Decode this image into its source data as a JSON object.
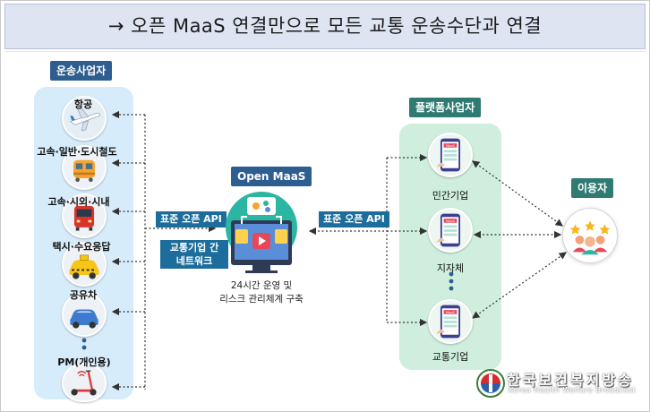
{
  "title": "→ 오픈 MaaS 연결만으로 모든 교통 운송수단과 연결",
  "left_panel": {
    "heading": "운송사업자",
    "items": [
      {
        "label": "항공",
        "icon": "airplane-icon"
      },
      {
        "label": "고속·일반·도시철도",
        "icon": "train-icon"
      },
      {
        "label": "고속·시외·시내",
        "icon": "bus-icon"
      },
      {
        "label": "택시·수요응답",
        "icon": "taxi-icon"
      },
      {
        "label": "공유차",
        "icon": "car-icon"
      },
      {
        "label": "PM(개인용)",
        "icon": "kick-scooter-icon"
      }
    ]
  },
  "center": {
    "heading": "Open MaaS",
    "std_api_left": "표준 오픈 API",
    "std_api_right": "표준 오픈 API",
    "network_label": "교통기업 간\n네트워크",
    "caption_line1": "24시간 운영 및",
    "caption_line2": "리스크 관리체계 구축"
  },
  "right_panel": {
    "heading": "플랫폼사업자",
    "phone_badge": "MaaS",
    "items": [
      {
        "label": "민간기업",
        "icon": "maas-phone-icon"
      },
      {
        "label": "지자체",
        "icon": "maas-phone-icon"
      },
      {
        "label": "교통기업",
        "icon": "maas-phone-icon"
      }
    ]
  },
  "user": {
    "heading": "이용자",
    "icon": "users-rating-icon"
  },
  "logo": {
    "name": "한국보건복지방송",
    "sub": "Korea Health Welfare Broadcast"
  },
  "colors": {
    "title_bg": "#dfe4f3",
    "left_panel_bg": "#d6ecfa",
    "right_panel_bg": "#cfeedd",
    "heading_blue": "#2e5e8f",
    "heading_teal": "#2f7a72",
    "api_label_bg": "#1d6d9c",
    "hub_teal": "#27a99b"
  }
}
